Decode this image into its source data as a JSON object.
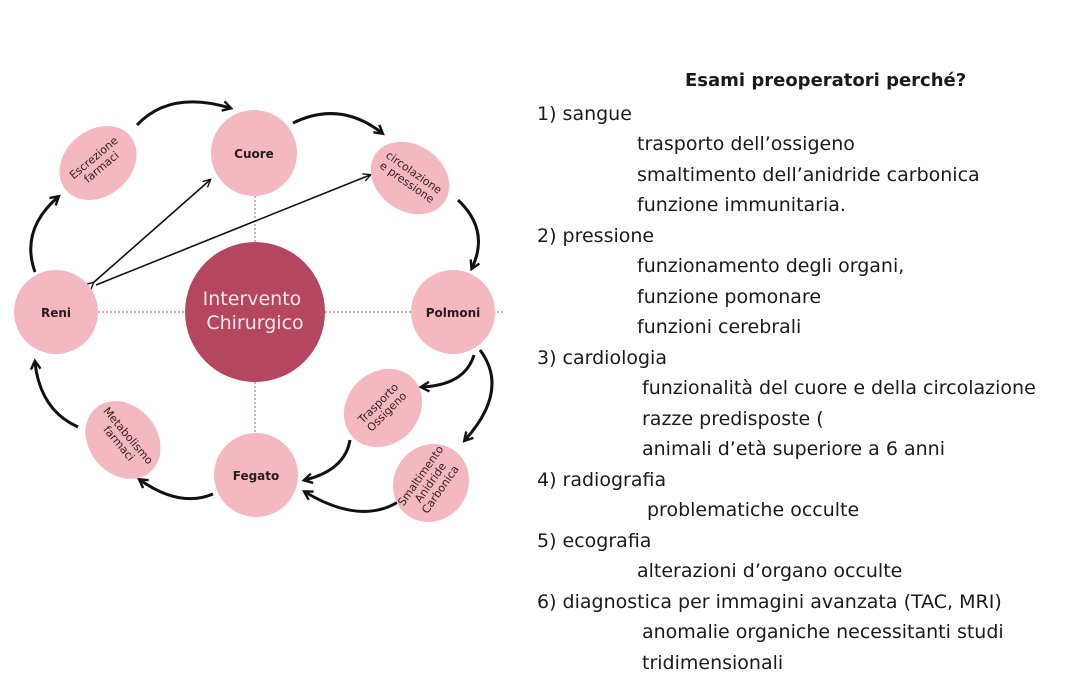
{
  "diagram": {
    "center": [
      "Intervento",
      "Chirurgico"
    ],
    "nodes": {
      "cuore": "Cuore",
      "circolazione": [
        "circolazione",
        "e pressione"
      ],
      "polmoni": "Polmoni",
      "trasporto": [
        "Trasporto",
        "Ossigeno"
      ],
      "smaltimento": [
        "Smaltimento",
        "Anidride",
        "Carbonica"
      ],
      "fegato": "Fegato",
      "metabolismo": [
        "Metabolismo",
        "farmaci"
      ],
      "reni": "Reni",
      "escrezione": [
        "Escrezione",
        "farmaci"
      ]
    },
    "colors": {
      "node": "#f4b8c0",
      "center": "#b4475f"
    }
  },
  "notes": {
    "title": "Esami preoperatori perché?",
    "sections": [
      {
        "label": "1) sangue",
        "items": [
          "trasporto dell’ossigeno",
          "smaltimento dell’anidride carbonica",
          "funzione immunitaria."
        ]
      },
      {
        "label": "2) pressione",
        "items": [
          "funzionamento degli organi,",
          "funzione pomonare",
          "funzioni cerebrali"
        ]
      },
      {
        "label": "3) cardiologia",
        "items": [
          "funzionalità del cuore e della circolazione",
          "razze predisposte (",
          "animali d’età superiore a 6 anni"
        ]
      },
      {
        "label": "4) radiografia",
        "items": [
          "problematiche occulte"
        ]
      },
      {
        "label": "5) ecografia",
        "items": [
          "alterazioni d’organo occulte"
        ]
      },
      {
        "label": "6) diagnostica per immagini avanzata (TAC, MRI)",
        "items": [
          "anomalie organiche necessitanti  studi",
          "tridimensionali"
        ]
      }
    ]
  }
}
